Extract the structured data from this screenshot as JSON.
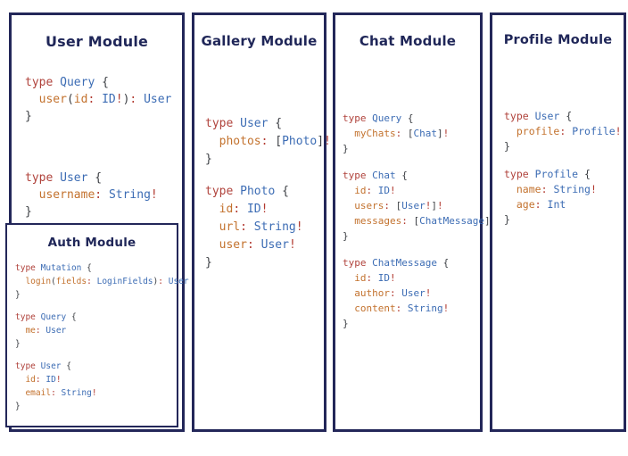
{
  "colors": {
    "border": "#232759",
    "title": "#1f2658",
    "keyword": "#b0433c",
    "type": "#3c6cb4",
    "field": "#c3722e",
    "punct": "#3d4045",
    "red": "#b23a30",
    "plain": "#333333"
  },
  "panels": [
    {
      "id": "user",
      "title": "User Module",
      "blocks": [
        [
          [
            [
              "k",
              "type"
            ],
            [
              "n",
              " "
            ],
            [
              "t",
              "Query"
            ],
            [
              "n",
              " "
            ],
            [
              "p",
              "{"
            ]
          ],
          [
            [
              "n",
              "  "
            ],
            [
              "f",
              "user"
            ],
            [
              "p",
              "("
            ],
            [
              "f",
              "id"
            ],
            [
              "r",
              ":"
            ],
            [
              "n",
              " "
            ],
            [
              "t",
              "ID"
            ],
            [
              "r",
              "!"
            ],
            [
              "p",
              ")"
            ],
            [
              "r",
              ":"
            ],
            [
              "n",
              " "
            ],
            [
              "t",
              "User"
            ]
          ],
          [
            [
              "p",
              "}"
            ]
          ]
        ],
        [
          [
            [
              "k",
              "type"
            ],
            [
              "n",
              " "
            ],
            [
              "t",
              "User"
            ],
            [
              "n",
              " "
            ],
            [
              "p",
              "{"
            ]
          ],
          [
            [
              "n",
              "  "
            ],
            [
              "f",
              "username"
            ],
            [
              "r",
              ":"
            ],
            [
              "n",
              " "
            ],
            [
              "t",
              "String"
            ],
            [
              "r",
              "!"
            ]
          ],
          [
            [
              "p",
              "}"
            ]
          ]
        ]
      ]
    },
    {
      "id": "gallery",
      "title": "Gallery Module",
      "blocks": [
        [
          [
            [
              "k",
              "type"
            ],
            [
              "n",
              " "
            ],
            [
              "t",
              "User"
            ],
            [
              "n",
              " "
            ],
            [
              "p",
              "{"
            ]
          ],
          [
            [
              "n",
              "  "
            ],
            [
              "f",
              "photos"
            ],
            [
              "r",
              ":"
            ],
            [
              "n",
              " "
            ],
            [
              "p",
              "["
            ],
            [
              "t",
              "Photo"
            ],
            [
              "p",
              "]"
            ],
            [
              "r",
              "!"
            ]
          ],
          [
            [
              "p",
              "}"
            ]
          ]
        ],
        [
          [
            [
              "k",
              "type"
            ],
            [
              "n",
              " "
            ],
            [
              "t",
              "Photo"
            ],
            [
              "n",
              " "
            ],
            [
              "p",
              "{"
            ]
          ],
          [
            [
              "n",
              "  "
            ],
            [
              "f",
              "id"
            ],
            [
              "r",
              ":"
            ],
            [
              "n",
              " "
            ],
            [
              "t",
              "ID"
            ],
            [
              "r",
              "!"
            ]
          ],
          [
            [
              "n",
              "  "
            ],
            [
              "f",
              "url"
            ],
            [
              "r",
              ":"
            ],
            [
              "n",
              " "
            ],
            [
              "t",
              "String"
            ],
            [
              "r",
              "!"
            ]
          ],
          [
            [
              "n",
              "  "
            ],
            [
              "f",
              "user"
            ],
            [
              "r",
              ":"
            ],
            [
              "n",
              " "
            ],
            [
              "t",
              "User"
            ],
            [
              "r",
              "!"
            ]
          ],
          [
            [
              "p",
              "}"
            ]
          ]
        ]
      ]
    },
    {
      "id": "chat",
      "title": "Chat Module",
      "blocks": [
        [
          [
            [
              "k",
              "type"
            ],
            [
              "n",
              " "
            ],
            [
              "t",
              "Query"
            ],
            [
              "n",
              " "
            ],
            [
              "p",
              "{"
            ]
          ],
          [
            [
              "n",
              "  "
            ],
            [
              "f",
              "myChats"
            ],
            [
              "r",
              ":"
            ],
            [
              "n",
              " "
            ],
            [
              "p",
              "["
            ],
            [
              "t",
              "Chat"
            ],
            [
              "p",
              "]"
            ],
            [
              "r",
              "!"
            ]
          ],
          [
            [
              "p",
              "}"
            ]
          ]
        ],
        [
          [
            [
              "k",
              "type"
            ],
            [
              "n",
              " "
            ],
            [
              "t",
              "Chat"
            ],
            [
              "n",
              " "
            ],
            [
              "p",
              "{"
            ]
          ],
          [
            [
              "n",
              "  "
            ],
            [
              "f",
              "id"
            ],
            [
              "r",
              ":"
            ],
            [
              "n",
              " "
            ],
            [
              "t",
              "ID"
            ],
            [
              "r",
              "!"
            ]
          ],
          [
            [
              "n",
              "  "
            ],
            [
              "f",
              "users"
            ],
            [
              "r",
              ":"
            ],
            [
              "n",
              " "
            ],
            [
              "p",
              "["
            ],
            [
              "t",
              "User"
            ],
            [
              "r",
              "!"
            ],
            [
              "p",
              "]"
            ],
            [
              "r",
              "!"
            ]
          ],
          [
            [
              "n",
              "  "
            ],
            [
              "f",
              "messages"
            ],
            [
              "r",
              ":"
            ],
            [
              "n",
              " "
            ],
            [
              "p",
              "["
            ],
            [
              "t",
              "ChatMessage"
            ],
            [
              "p",
              "]"
            ],
            [
              "r",
              "!"
            ]
          ],
          [
            [
              "p",
              "}"
            ]
          ]
        ],
        [
          [
            [
              "k",
              "type"
            ],
            [
              "n",
              " "
            ],
            [
              "t",
              "ChatMessage"
            ],
            [
              "n",
              " "
            ],
            [
              "p",
              "{"
            ]
          ],
          [
            [
              "n",
              "  "
            ],
            [
              "f",
              "id"
            ],
            [
              "r",
              ":"
            ],
            [
              "n",
              " "
            ],
            [
              "t",
              "ID"
            ],
            [
              "r",
              "!"
            ]
          ],
          [
            [
              "n",
              "  "
            ],
            [
              "f",
              "author"
            ],
            [
              "r",
              ":"
            ],
            [
              "n",
              " "
            ],
            [
              "t",
              "User"
            ],
            [
              "r",
              "!"
            ]
          ],
          [
            [
              "n",
              "  "
            ],
            [
              "f",
              "content"
            ],
            [
              "r",
              ":"
            ],
            [
              "n",
              " "
            ],
            [
              "t",
              "String"
            ],
            [
              "r",
              "!"
            ]
          ],
          [
            [
              "p",
              "}"
            ]
          ]
        ]
      ]
    },
    {
      "id": "profile",
      "title": "Profile Module",
      "blocks": [
        [
          [
            [
              "k",
              "type"
            ],
            [
              "n",
              " "
            ],
            [
              "t",
              "User"
            ],
            [
              "n",
              " "
            ],
            [
              "p",
              "{"
            ]
          ],
          [
            [
              "n",
              "  "
            ],
            [
              "f",
              "profile"
            ],
            [
              "r",
              ":"
            ],
            [
              "n",
              " "
            ],
            [
              "t",
              "Profile"
            ],
            [
              "r",
              "!"
            ]
          ],
          [
            [
              "p",
              "}"
            ]
          ]
        ],
        [
          [
            [
              "k",
              "type"
            ],
            [
              "n",
              " "
            ],
            [
              "t",
              "Profile"
            ],
            [
              "n",
              " "
            ],
            [
              "p",
              "{"
            ]
          ],
          [
            [
              "n",
              "  "
            ],
            [
              "f",
              "name"
            ],
            [
              "r",
              ":"
            ],
            [
              "n",
              " "
            ],
            [
              "t",
              "String"
            ],
            [
              "r",
              "!"
            ]
          ],
          [
            [
              "n",
              "  "
            ],
            [
              "f",
              "age"
            ],
            [
              "r",
              ":"
            ],
            [
              "n",
              " "
            ],
            [
              "t",
              "Int"
            ]
          ],
          [
            [
              "p",
              "}"
            ]
          ]
        ]
      ]
    }
  ],
  "auth_module": {
    "title": "Auth Module",
    "blocks": [
      [
        [
          [
            "k",
            "type"
          ],
          [
            "n",
            " "
          ],
          [
            "t",
            "Mutation"
          ],
          [
            "n",
            " "
          ],
          [
            "p",
            "{"
          ]
        ],
        [
          [
            "n",
            "  "
          ],
          [
            "f",
            "login"
          ],
          [
            "p",
            "("
          ],
          [
            "f",
            "fields"
          ],
          [
            "r",
            ":"
          ],
          [
            "n",
            " "
          ],
          [
            "t",
            "LoginFields"
          ],
          [
            "p",
            ")"
          ],
          [
            "r",
            ":"
          ],
          [
            "n",
            " "
          ],
          [
            "t",
            "User"
          ]
        ],
        [
          [
            "p",
            "}"
          ]
        ]
      ],
      [
        [
          [
            "k",
            "type"
          ],
          [
            "n",
            " "
          ],
          [
            "t",
            "Query"
          ],
          [
            "n",
            " "
          ],
          [
            "p",
            "{"
          ]
        ],
        [
          [
            "n",
            "  "
          ],
          [
            "f",
            "me"
          ],
          [
            "r",
            ":"
          ],
          [
            "n",
            " "
          ],
          [
            "t",
            "User"
          ]
        ],
        [
          [
            "p",
            "}"
          ]
        ]
      ],
      [
        [
          [
            "k",
            "type"
          ],
          [
            "n",
            " "
          ],
          [
            "t",
            "User"
          ],
          [
            "n",
            " "
          ],
          [
            "p",
            "{"
          ]
        ],
        [
          [
            "n",
            "  "
          ],
          [
            "f",
            "id"
          ],
          [
            "r",
            ":"
          ],
          [
            "n",
            " "
          ],
          [
            "t",
            "ID"
          ],
          [
            "r",
            "!"
          ]
        ],
        [
          [
            "n",
            "  "
          ],
          [
            "f",
            "email"
          ],
          [
            "r",
            ":"
          ],
          [
            "n",
            " "
          ],
          [
            "t",
            "String"
          ],
          [
            "r",
            "!"
          ]
        ],
        [
          [
            "p",
            "}"
          ]
        ]
      ]
    ]
  }
}
